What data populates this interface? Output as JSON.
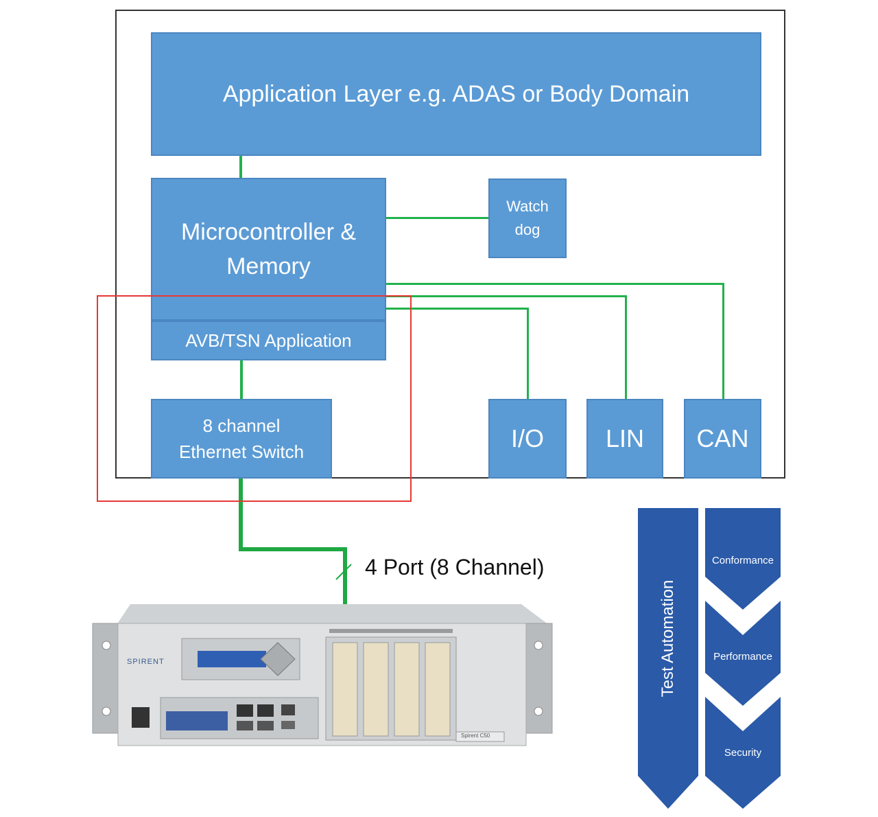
{
  "blocks": {
    "application_layer": "Application Layer e.g. ADAS or Body Domain",
    "microcontroller": "Microcontroller & Memory",
    "watchdog": "Watch dog",
    "avb_tsn": "AVB/TSN Application",
    "ethernet_switch": "8 channel Ethernet Switch",
    "io": "I/O",
    "lin": "LIN",
    "can": "CAN"
  },
  "port_label": "4 Port (8 Channel)",
  "device": {
    "brand": "SPIRENT",
    "model_tag": "Spirent C50"
  },
  "test_panel": {
    "main_label": "Test Automation",
    "stages": [
      "Conformance",
      "Performance",
      "Security"
    ]
  },
  "colors": {
    "block_fill": "#5b9bd5",
    "wire_green": "#22b14c",
    "highlight_red": "#e53935",
    "chevron_navy": "#2a5aa8"
  }
}
